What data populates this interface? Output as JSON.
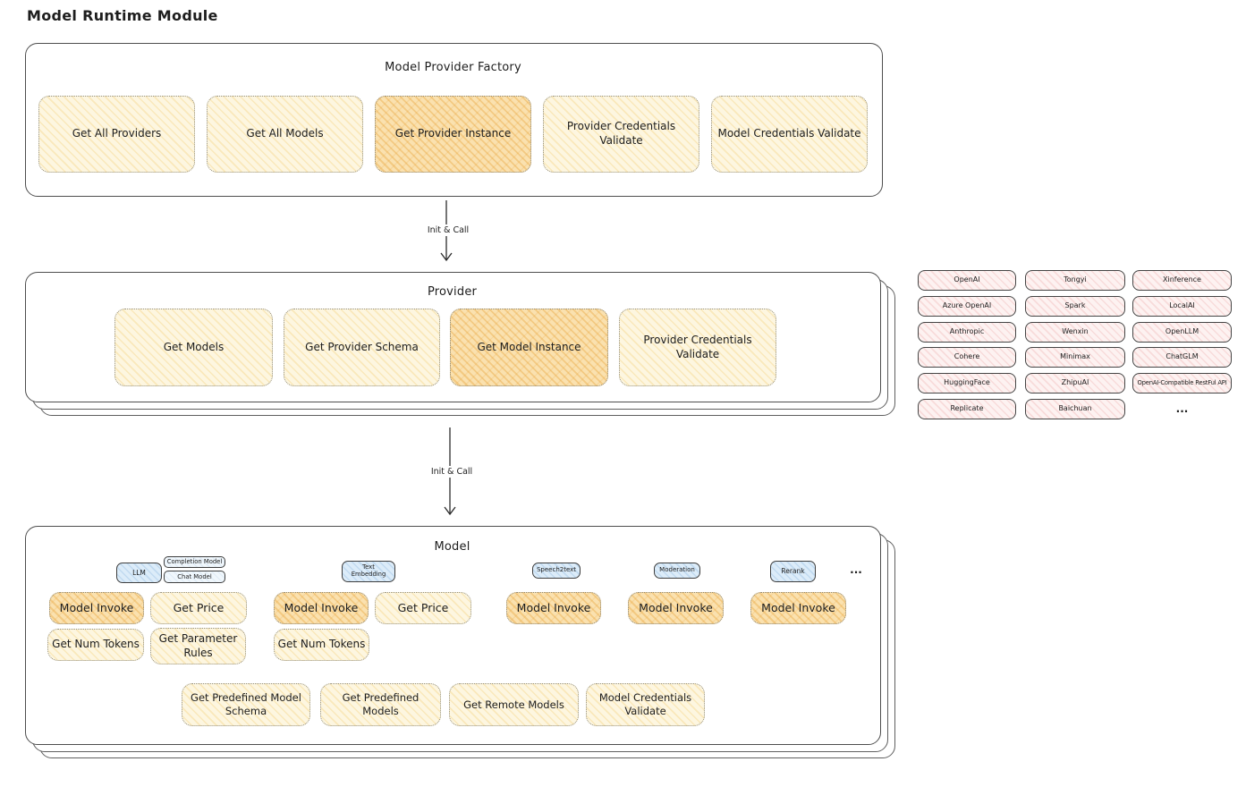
{
  "page_title": "Model Runtime Module",
  "colors": {
    "operation_fill": "#fdf6e0",
    "operation_highlight_fill": "#fae1af",
    "provider_chip_fill": "#fdf2f1",
    "model_type_fill": "#dcecf9",
    "panel_border": "#4e4e4e"
  },
  "factory": {
    "title": "Model Provider Factory",
    "items": [
      {
        "label": "Get All Providers",
        "highlight": false
      },
      {
        "label": "Get All Models",
        "highlight": false
      },
      {
        "label": "Get Provider Instance",
        "highlight": true
      },
      {
        "label": "Provider Credentials Validate",
        "highlight": false
      },
      {
        "label": "Model Credentials Validate",
        "highlight": false
      }
    ]
  },
  "arrow1": {
    "label": "Init & Call"
  },
  "arrow2": {
    "label": "Init & Call"
  },
  "provider": {
    "title": "Provider",
    "items": [
      {
        "label": "Get Models",
        "highlight": false
      },
      {
        "label": "Get Provider Schema",
        "highlight": false
      },
      {
        "label": "Get Model Instance",
        "highlight": true
      },
      {
        "label": "Provider Credentials Validate",
        "highlight": false
      }
    ]
  },
  "provider_vendors": {
    "col1": [
      "OpenAI",
      "Azure OpenAI",
      "Anthropic",
      "Cohere",
      "HuggingFace",
      "Replicate"
    ],
    "col2": [
      "Tongyi",
      "Spark",
      "Wenxin",
      "Minimax",
      "ZhipuAI",
      "Baichuan"
    ],
    "col3": [
      "Xinference",
      "LocalAI",
      "OpenLLM",
      "ChatGLM",
      "OpenAI-Compatible RestFul API"
    ],
    "more": "..."
  },
  "model": {
    "title": "Model",
    "more": "...",
    "types": [
      {
        "name": "LLM",
        "modes": [
          "Completion Model",
          "Chat Model"
        ],
        "ops": [
          "Model Invoke",
          "Get Price",
          "Get Num Tokens",
          "Get Parameter Rules"
        ]
      },
      {
        "name": "Text Embedding",
        "ops": [
          "Model Invoke",
          "Get Price",
          "Get Num Tokens"
        ]
      },
      {
        "name": "Speech2text",
        "ops": [
          "Model Invoke"
        ]
      },
      {
        "name": "Moderation",
        "ops": [
          "Model Invoke"
        ]
      },
      {
        "name": "Rerank",
        "ops": [
          "Model Invoke"
        ]
      }
    ],
    "common_ops": [
      "Get Predefined Model Schema",
      "Get Predefined Models",
      "Get Remote Models",
      "Model Credentials Validate"
    ]
  }
}
